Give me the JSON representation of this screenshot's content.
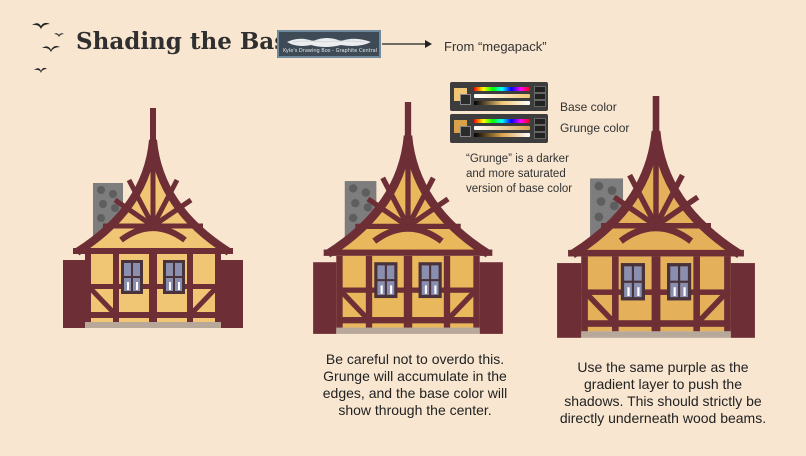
{
  "slide": {
    "title": "Shading the Base",
    "brush_thumb_label": "Kyle's Drawing Box - Graphite Central",
    "from_text": "From “megapack”",
    "base_color_label": "Base color",
    "grunge_color_label": "Grunge color",
    "grunge_note": "“Grunge” is a darker and more saturated version of base color",
    "caption_middle": "Be careful not to overdo this. Grunge will accumulate in the edges, and the base color will show through the center.",
    "caption_right": "Use the same purple as the gradient layer to push the shadows. This should strictly be directly underneath wood beams."
  },
  "colors": {
    "background": "#f8e6d0",
    "wood_beam": "#6e2e35",
    "plaster_base": "#f0c674",
    "plaster_grunge": "#d9a24a",
    "chimney_stone": "#7a7a7a"
  },
  "icons": {
    "birds": "birds-icon",
    "arrow": "right-arrow-icon"
  }
}
